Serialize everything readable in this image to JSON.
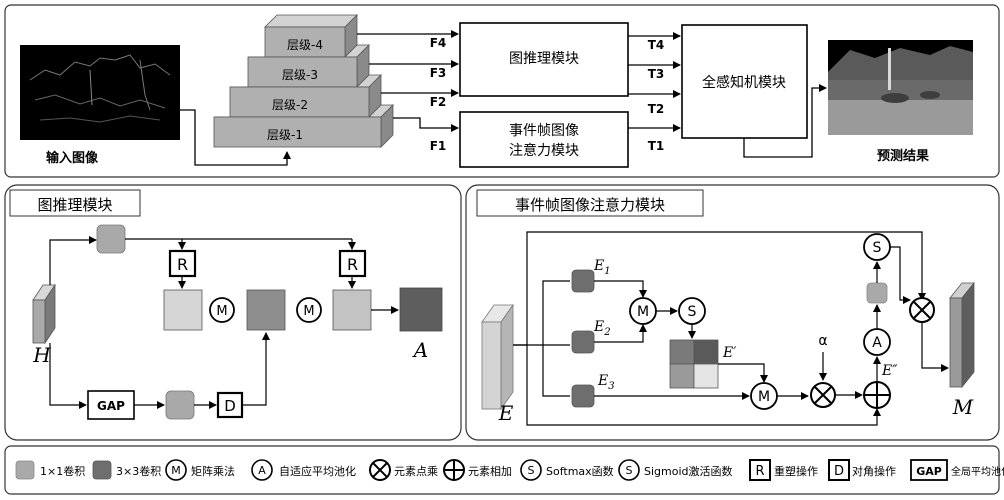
{
  "top": {
    "input_label": "输入图像",
    "output_label": "预测结果",
    "levels": [
      "层级-4",
      "层级-3",
      "层级-2",
      "层级-1"
    ],
    "f_labels": [
      "F4",
      "F3",
      "F2",
      "F1"
    ],
    "t_labels": [
      "T4",
      "T3",
      "T2",
      "T1"
    ],
    "graph_module": "图推理模块",
    "event_module_line1": "事件帧图像",
    "event_module_line2": "注意力模块",
    "perception_module": "全感知机模块"
  },
  "graph_panel": {
    "title": "图推理模块",
    "gap": "GAP",
    "reshape": "R",
    "matmul": "M",
    "diag": "D",
    "input_var": "H",
    "output_var": "A"
  },
  "event_panel": {
    "title": "事件帧图像注意力模块",
    "input_var": "E",
    "output_var": "M",
    "e1": "E",
    "e1_sub": "1",
    "e2": "E",
    "e2_sub": "2",
    "e3": "E",
    "e3_sub": "3",
    "e_prime": "E′",
    "e_dprime": "E″",
    "alpha": "α",
    "softmax": "S",
    "sigmoid": "S",
    "matmul": "M",
    "adaptive": "A"
  },
  "legend": {
    "conv1": "1×1卷积",
    "conv3": "3×3卷积",
    "matmul_sym": "M",
    "matmul": "矩阵乘法",
    "adaptive_sym": "A",
    "adaptive": "自适应平均池化",
    "dot": "元素点乘",
    "add": "元素相加",
    "softmax_sym": "S",
    "softmax": "Softmax函数",
    "sigmoid_sym": "S",
    "sigmoid": "Sigmoid激活函数",
    "reshape_sym": "R",
    "reshape": "重塑操作",
    "diag_sym": "D",
    "diag": "对角操作",
    "gap_sym": "GAP",
    "gap": "全局平均池化"
  },
  "colors": {
    "light_gray": "#a9a9a9",
    "dark_gray": "#6e6e6e",
    "lighter": "#d6d6d6",
    "mid": "#8e8e8e",
    "darkest": "#5e5e5e"
  }
}
